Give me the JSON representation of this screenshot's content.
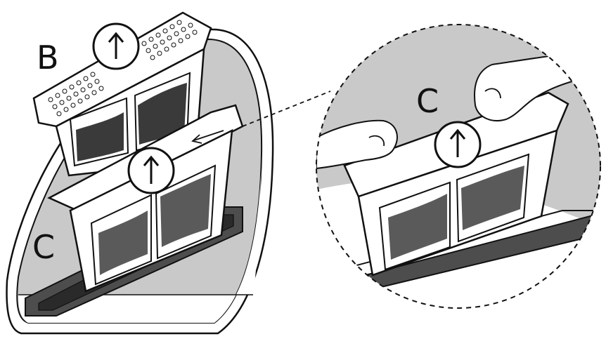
{
  "labels": {
    "filter_b": "B",
    "filter_c_left": "C",
    "filter_c_zoom": "C"
  },
  "colors": {
    "stroke": "#111111",
    "panel_gray": "#c9c9c9",
    "dark_mesh": "#3a3a3a",
    "gasket": "#4d4d4d",
    "background": "#ffffff"
  },
  "icons": [
    "up-arrow-icon",
    "up-arrow-icon",
    "up-arrow-icon",
    "pointer-arrow-icon"
  ]
}
